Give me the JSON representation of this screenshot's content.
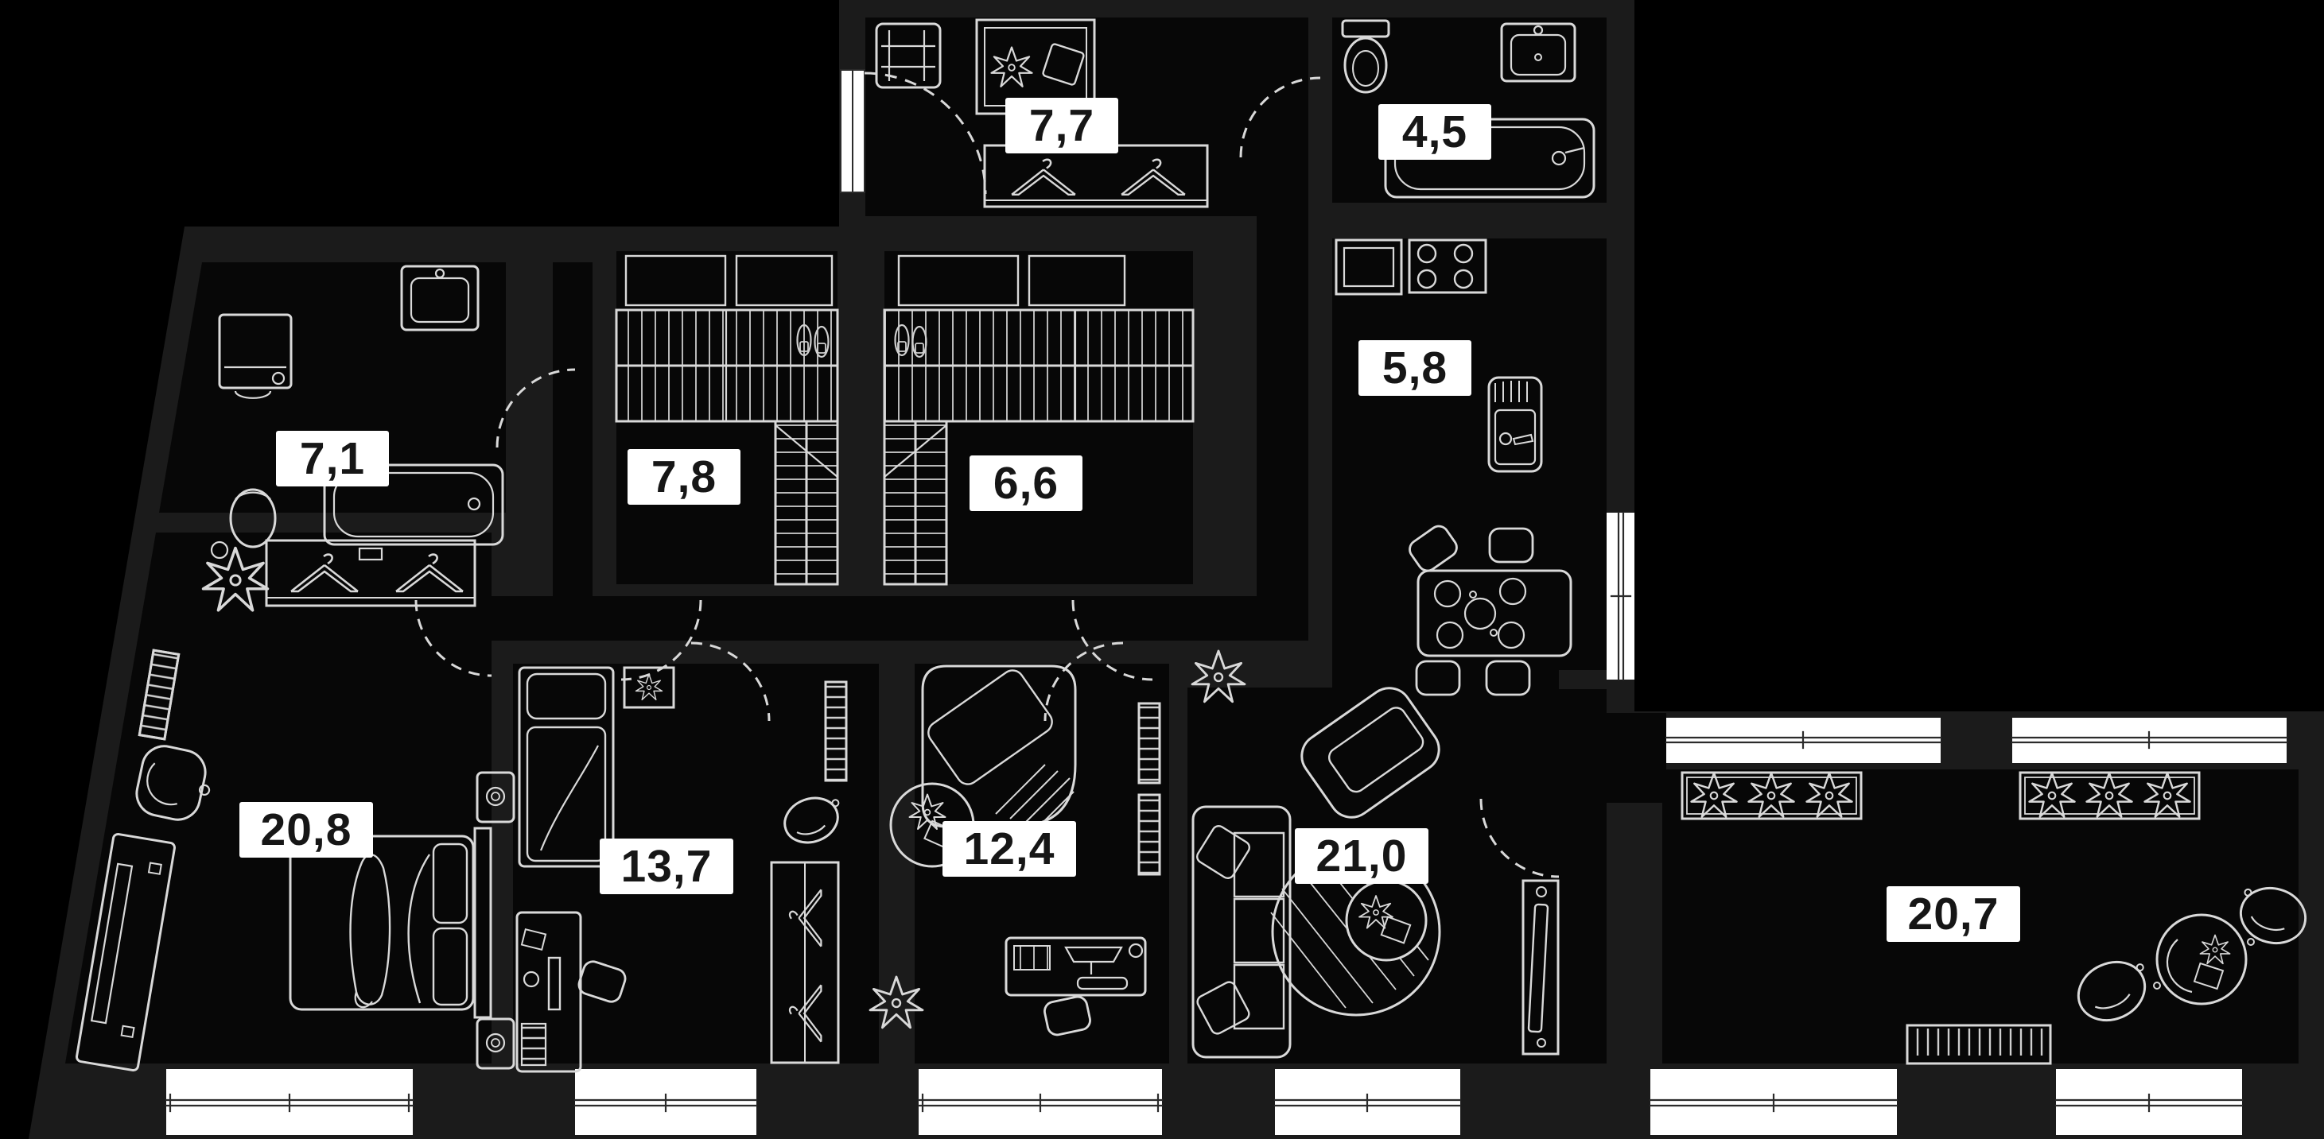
{
  "plan": {
    "type": "apartment-floor-plan",
    "area_unit": "m2",
    "colors": {
      "background": "#000000",
      "wall": "#1b1b1b",
      "floor": "#070707",
      "line": "#d9d9d9",
      "label_bg": "#ffffff",
      "label_text": "#161616"
    },
    "rooms": [
      {
        "id": "hallway",
        "area_label": "7,7",
        "furniture": [
          "cabinet",
          "console-table",
          "plant",
          "closet-rod",
          "hangers",
          "entrance-door"
        ]
      },
      {
        "id": "bathroom-top",
        "area_label": "4,5",
        "furniture": [
          "toilet",
          "sink",
          "bathtub"
        ]
      },
      {
        "id": "bathroom-left",
        "area_label": "7,1",
        "furniture": [
          "sink",
          "washing-machine",
          "toilet",
          "bathtub"
        ]
      },
      {
        "id": "wardrobe-left",
        "area_label": "7,8",
        "furniture": [
          "shelf-boxes",
          "hanging-rails",
          "shoes"
        ]
      },
      {
        "id": "wardrobe-right",
        "area_label": "6,6",
        "furniture": [
          "shelf-boxes",
          "hanging-rails",
          "shoes"
        ]
      },
      {
        "id": "kitchen",
        "area_label": "5,8",
        "furniture": [
          "counter-sink",
          "stove",
          "fridge",
          "dining-table",
          "chairs"
        ]
      },
      {
        "id": "bedroom-main",
        "area_label": "20,8",
        "furniture": [
          "coat-rack",
          "hangers",
          "plant",
          "radiator",
          "basket",
          "desk",
          "double-bed",
          "nightstands"
        ]
      },
      {
        "id": "bedroom-kids",
        "area_label": "13,7",
        "furniture": [
          "single-bed",
          "nightstand",
          "desk",
          "computer",
          "chair",
          "wardrobe",
          "hangers",
          "radiator",
          "pouf"
        ]
      },
      {
        "id": "bedroom-office",
        "area_label": "12,4",
        "furniture": [
          "bed",
          "round-rug",
          "plant",
          "desk",
          "monitor",
          "chair",
          "radiators"
        ]
      },
      {
        "id": "living-room",
        "area_label": "21,0",
        "furniture": [
          "sofa",
          "pillows",
          "armchair",
          "round-rug",
          "coffee-table",
          "plant",
          "tv-console"
        ]
      },
      {
        "id": "terrace",
        "area_label": "20,7",
        "furniture": [
          "flower-boxes",
          "round-table",
          "chairs",
          "radiator"
        ]
      }
    ]
  }
}
